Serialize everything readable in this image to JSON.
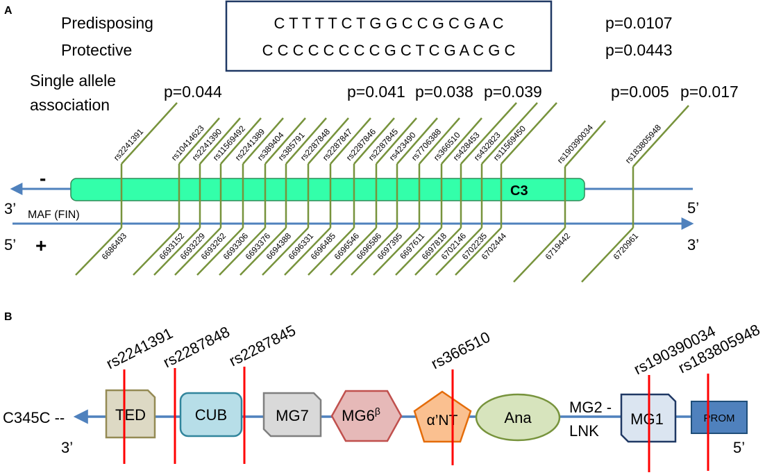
{
  "panel_a": {
    "label": "A",
    "haplotypes": [
      {
        "name": "Predisposing",
        "sequence": "C T T T T C T G G C C G C G A C",
        "p": "p=0.0107"
      },
      {
        "name": "Protective",
        "sequence": "C C C C C C C C G C T C G A C G C",
        "p": "p=0.0443"
      }
    ],
    "single_allele_label": [
      "Single allele",
      "association"
    ],
    "pvalues": [
      {
        "text": "p=0.044",
        "snp": 0
      },
      {
        "text": "p=0.041",
        "snp": 14
      },
      {
        "text": "p=0.038",
        "snp": 15
      },
      {
        "text": "p=0.039",
        "snp": 16
      },
      {
        "text": "p=0.005",
        "snp": 18
      },
      {
        "text": "p=0.017",
        "snp": 19
      }
    ],
    "snps": [
      {
        "rs": "rs2241391",
        "pos": "6686493"
      },
      {
        "rs": "rs10414623",
        "pos": "6693152"
      },
      {
        "rs": "rs2241390",
        "pos": "6693229"
      },
      {
        "rs": "rs11569492",
        "pos": "6693262"
      },
      {
        "rs": "rs2241389",
        "pos": "6693306"
      },
      {
        "rs": "rs389404",
        "pos": "6693376"
      },
      {
        "rs": "rs385791",
        "pos": "6694388"
      },
      {
        "rs": "rs2287848",
        "pos": "6696331"
      },
      {
        "rs": "rs2287847",
        "pos": "6696485"
      },
      {
        "rs": "rs2287846",
        "pos": "6696546"
      },
      {
        "rs": "rs2287845",
        "pos": "6696586"
      },
      {
        "rs": "rs423490",
        "pos": "6697395"
      },
      {
        "rs": "rs7706388",
        "pos": "6697611"
      },
      {
        "rs": "rs366510",
        "pos": "6697818"
      },
      {
        "rs": "rs428453",
        "pos": "6702146"
      },
      {
        "rs": "rs432823",
        "pos": "6702235"
      },
      {
        "rs": "rs11569450",
        "pos": "6702444"
      },
      {
        "rs": "rs190390034",
        "pos": "6719442"
      },
      {
        "rs": "rs183805948",
        "pos": "6720961"
      }
    ],
    "gene_label": "C3",
    "minus_strand": {
      "sign": "-",
      "end_left": "3’",
      "end_right": "5’"
    },
    "plus_strand": {
      "sign": "+",
      "end_left": "5’",
      "end_right": "3’"
    },
    "maf_label": "MAF (FIN)",
    "colors": {
      "gene": "#33ffaa",
      "strand": "#4f81bd",
      "snp_line": "#77933c",
      "box": "#1f3864"
    }
  },
  "panel_b": {
    "label": "B",
    "left_label": "C345C --",
    "end_left": "3’",
    "end_right": "5’",
    "mg2_label": [
      "MG2 -",
      "LNK"
    ],
    "domains": [
      {
        "name": "TED",
        "fill": "#ddd9c4",
        "stroke": "#948a54"
      },
      {
        "name": "CUB",
        "fill": "#b7dee8",
        "stroke": "#31859c"
      },
      {
        "name": "MG7",
        "fill": "#d9d9d9",
        "stroke": "#7f7f7f"
      },
      {
        "name": "MG6",
        "sup": "β",
        "fill": "#e6b9b8",
        "stroke": "#c0504d"
      },
      {
        "name": "α’NT",
        "fill": "#fac090",
        "stroke": "#e46c0a"
      },
      {
        "name": "Ana",
        "fill": "#d7e4bd",
        "stroke": "#77933c"
      },
      {
        "name": "MG1",
        "fill": "#dbe5f1",
        "stroke": "#1f3864"
      },
      {
        "name": "PROM",
        "fill": "#4f81bd",
        "stroke": "#1f4e79"
      }
    ],
    "snp_markers": [
      "rs2241391",
      "rs2287848",
      "rs2287845",
      "rs366510",
      "rs190390034",
      "rs183805948"
    ],
    "marker_color": "#ff0000"
  }
}
